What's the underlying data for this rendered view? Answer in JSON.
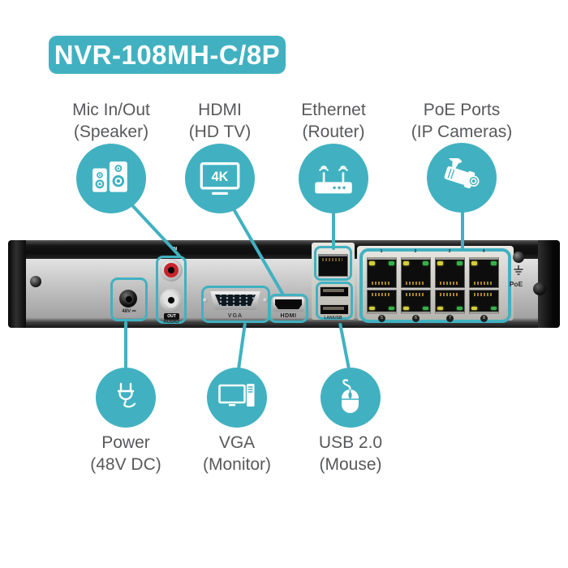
{
  "title_badge": "NVR-108MH-C/8P",
  "callouts": {
    "top": [
      {
        "label_line1": "Mic In/Out",
        "label_line2": "(Speaker)"
      },
      {
        "label_line1": "HDMI",
        "label_line2": "(HD TV)",
        "tv_text": "4K"
      },
      {
        "label_line1": "Ethernet",
        "label_line2": "(Router)"
      },
      {
        "label_line1": "PoE Ports",
        "label_line2": "(IP Cameras)"
      }
    ],
    "bottom": [
      {
        "label_line1": "Power",
        "label_line2": "(48V DC)"
      },
      {
        "label_line1": "VGA",
        "label_line2": "(Monitor)"
      },
      {
        "label_line1": "USB 2.0",
        "label_line2": "(Mouse)"
      }
    ]
  },
  "device_panel": {
    "power_label": "48V ⎓",
    "audio_in_label": "IN",
    "audio_out_label": "OUT",
    "audio_label": "AUDIO",
    "vga_label": "VGA",
    "hdmi_label": "HDMI",
    "lan_usb_label": "LAN/USB",
    "poe_label": "PoE",
    "poe_numbers_top": [
      "1",
      "2",
      "3",
      "4"
    ],
    "poe_numbers_bottom": [
      "5",
      "6",
      "7",
      "8"
    ]
  },
  "colors": {
    "teal": "#41b1c1",
    "label_text": "#58595b",
    "rca_red": "#c8242b",
    "led_yellow": "#d4cd3a",
    "led_green": "#38b04a"
  }
}
